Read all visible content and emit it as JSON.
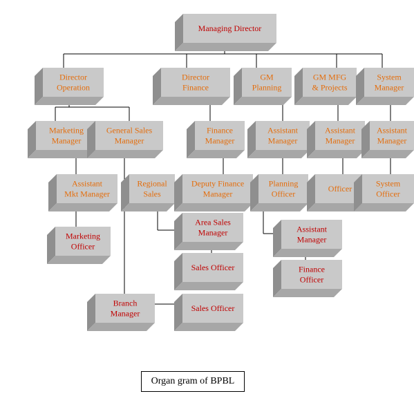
{
  "caption": "Organ gram of BPBL",
  "colors": {
    "box_face": "#c9c9c9",
    "box_side": "#8f8f8f",
    "box_top": "#e1e1e1",
    "text_orange": "#e46c0a",
    "text_red": "#c00000",
    "line": "#000000"
  },
  "boxes": [
    {
      "id": "md",
      "lines": [
        "Managing Director"
      ],
      "color": "red"
    },
    {
      "id": "dop",
      "lines": [
        "Director",
        "Operation"
      ],
      "color": "orange"
    },
    {
      "id": "dfin",
      "lines": [
        "Director",
        "Finance"
      ],
      "color": "orange"
    },
    {
      "id": "gmp",
      "lines": [
        "GM",
        "Planning"
      ],
      "color": "orange"
    },
    {
      "id": "gmmfg",
      "lines": [
        "GM MFG",
        "& Projects"
      ],
      "color": "orange"
    },
    {
      "id": "sysm",
      "lines": [
        "System",
        "Manager"
      ],
      "color": "orange"
    },
    {
      "id": "mktm",
      "lines": [
        "Marketing",
        "Manager"
      ],
      "color": "orange"
    },
    {
      "id": "gsm",
      "lines": [
        "General Sales",
        "Manager"
      ],
      "color": "orange"
    },
    {
      "id": "finm",
      "lines": [
        "Finance",
        "Manager"
      ],
      "color": "orange"
    },
    {
      "id": "asm1",
      "lines": [
        "Assistant",
        "Manager"
      ],
      "color": "orange"
    },
    {
      "id": "asm2",
      "lines": [
        "Assistant",
        "Manager"
      ],
      "color": "orange"
    },
    {
      "id": "asm3",
      "lines": [
        "Assistant",
        "Manager"
      ],
      "color": "orange"
    },
    {
      "id": "amkt",
      "lines": [
        "Assistant",
        "Mkt Manager"
      ],
      "color": "orange"
    },
    {
      "id": "regs",
      "lines": [
        "Regional",
        "Sales"
      ],
      "color": "orange"
    },
    {
      "id": "dfm",
      "lines": [
        "Deputy Finance",
        "Manager"
      ],
      "color": "orange"
    },
    {
      "id": "plo",
      "lines": [
        "Planning",
        "Officer"
      ],
      "color": "orange"
    },
    {
      "id": "off",
      "lines": [
        "Officer"
      ],
      "color": "orange"
    },
    {
      "id": "syso",
      "lines": [
        "System",
        "Officer"
      ],
      "color": "orange"
    },
    {
      "id": "mkto",
      "lines": [
        "Marketing",
        "Officer"
      ],
      "color": "red"
    },
    {
      "id": "arsm",
      "lines": [
        "Area Sales",
        "Manager"
      ],
      "color": "red"
    },
    {
      "id": "so1",
      "lines": [
        "Sales Officer"
      ],
      "color": "red"
    },
    {
      "id": "asm4",
      "lines": [
        "Assistant",
        "Manager"
      ],
      "color": "red"
    },
    {
      "id": "fino",
      "lines": [
        "Finance",
        "Officer"
      ],
      "color": "red"
    },
    {
      "id": "brm",
      "lines": [
        "Branch",
        "Manager"
      ],
      "color": "red"
    },
    {
      "id": "so2",
      "lines": [
        "Sales Officer"
      ],
      "color": "red"
    }
  ]
}
